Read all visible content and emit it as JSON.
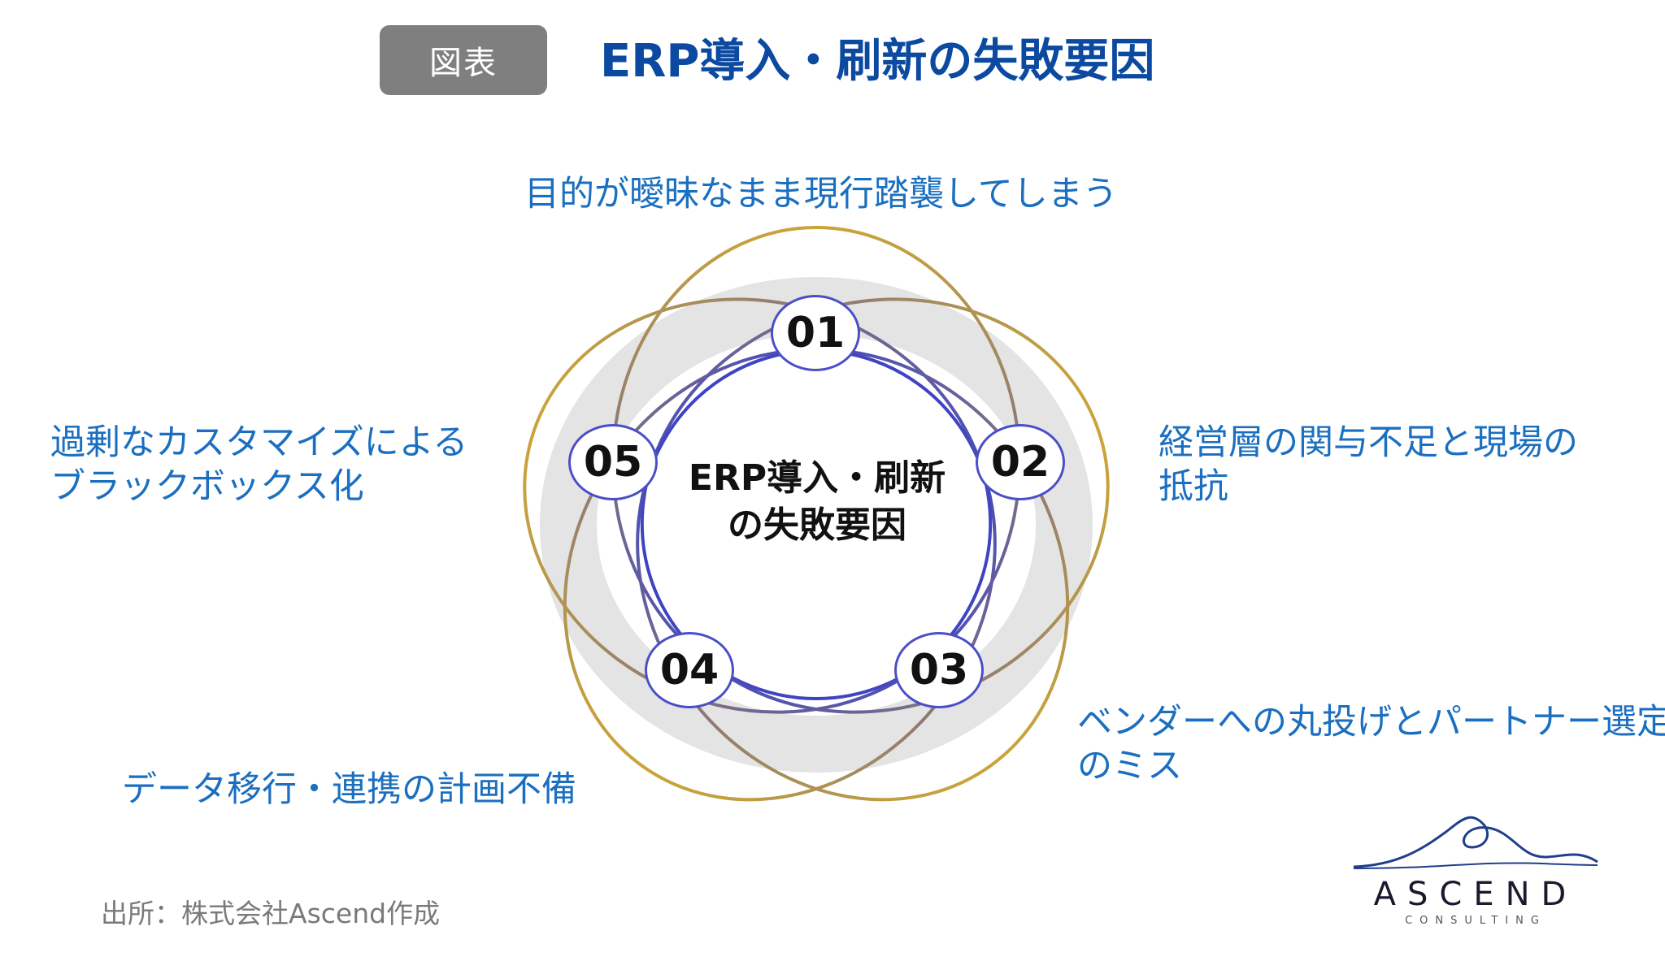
{
  "header": {
    "tag": "図表",
    "title": "ERP導入・刷新の失敗要因"
  },
  "diagram": {
    "center": "ERP導入・刷新の失敗要因",
    "factors": [
      {
        "number": "01",
        "lines": [
          "目的が曖昧なまま現行踏襲してしまう"
        ]
      },
      {
        "number": "02",
        "lines": [
          "経営層の関与不足と現場の",
          "抵抗"
        ]
      },
      {
        "number": "03",
        "lines": [
          "ベンダーへの丸投げとパートナー選定",
          "のミス"
        ]
      },
      {
        "number": "04",
        "lines": [
          "データ移行・連携の計画不備"
        ]
      },
      {
        "number": "05",
        "lines": [
          "過剰なカスタマイズによる",
          "ブラックボックス化"
        ]
      }
    ]
  },
  "footer": {
    "source": "出所：株式会社Ascend作成"
  },
  "logo": {
    "word": "ASCEND",
    "sub": "CONSULTING"
  },
  "colors": {
    "title": "#0b4aa0",
    "factor_text": "#1b6fc0",
    "tag_bg": "#7f7f7f",
    "ring": "#e6e6e6",
    "ellipse_gold": "#c9a43a",
    "ellipse_blue": "#3d43c4"
  }
}
